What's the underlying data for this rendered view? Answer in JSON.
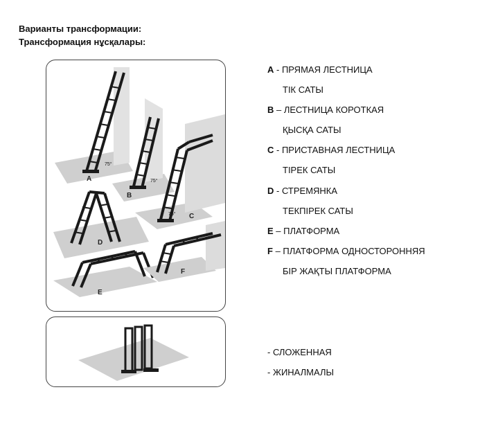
{
  "headings": {
    "line1": "Варианты трансформации:",
    "line2": "Трансформация нұсқалары:"
  },
  "figure_labels": {
    "a": "A",
    "b": "B",
    "c": "C",
    "d": "D",
    "e": "E",
    "f": "F"
  },
  "angle_labels": {
    "a": "75°",
    "b": "75°",
    "c": "75°"
  },
  "legend": [
    {
      "letter": "A",
      "sep": " - ",
      "text": "ПРЯМАЯ ЛЕСТНИЦА",
      "translation": "ТІК САТЫ"
    },
    {
      "letter": "B",
      "sep": " – ",
      "text": "ЛЕСТНИЦА КОРОТКАЯ",
      "translation": "ҚЫСҚА САТЫ"
    },
    {
      "letter": "C",
      "sep": " - ",
      "text": "ПРИСТАВНАЯ ЛЕСТНИЦА",
      "translation": "ТІРЕК САТЫ"
    },
    {
      "letter": "D",
      "sep": " - ",
      "text": "СТРЕМЯНКА",
      "translation": "ТЕКПІРЕК САТЫ"
    },
    {
      "letter": "E",
      "sep": " – ",
      "text": "ПЛАТФОРМА",
      "translation": ""
    },
    {
      "letter": "F",
      "sep": " – ",
      "text": "ПЛАТФОРМА ОДНОСТОРОННЯЯ",
      "translation": "БІР ЖАҚТЫ ПЛАТФОРМА"
    }
  ],
  "folded": {
    "line1": "- СЛОЖЕННАЯ",
    "line2": "- ЖИНАЛМАЛЫ"
  },
  "colors": {
    "floor": "#c9c9c9",
    "wall": "#dcdcdc",
    "outline": "#1a1a1a"
  }
}
